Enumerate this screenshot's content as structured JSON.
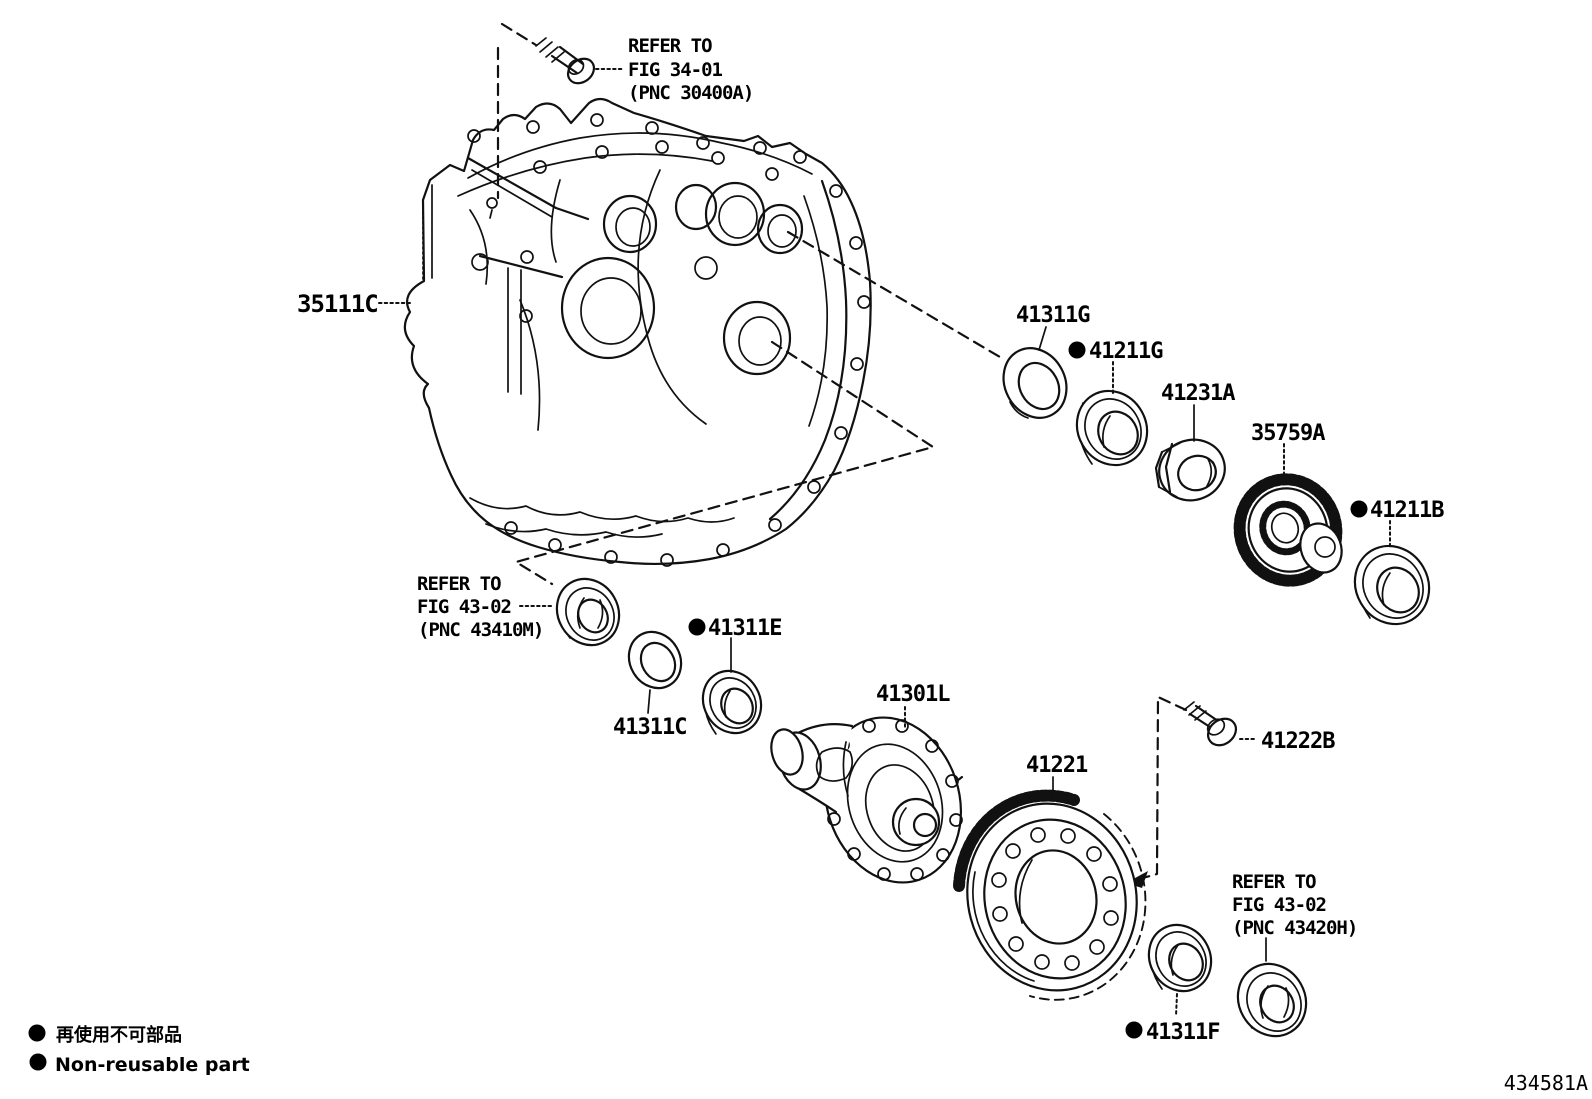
{
  "diagram": {
    "code": "434581A",
    "legend": {
      "jp": "再使用不可部品",
      "en": "Non-reusable part"
    },
    "refs": {
      "top": {
        "l1": "REFER TO",
        "l2": "FIG 34-01",
        "l3": "(PNC 30400A)"
      },
      "mid": {
        "l1": "REFER TO",
        "l2": "FIG 43-02",
        "l3": "(PNC 43410M)"
      },
      "bottom": {
        "l1": "REFER TO",
        "l2": "FIG 43-02",
        "l3": "(PNC 43420H)"
      }
    },
    "parts": {
      "transaxle_case": "35111C",
      "front_shim": "41311G",
      "front_bearing": "41211G",
      "lock_nut": "41231A",
      "drive_gear": "35759A",
      "rear_bearing": "41211B",
      "side_shim": "41311C",
      "side_bearing": "41311E",
      "differential_case": "41301L",
      "ring_gear": "41221",
      "ring_gear_bolt": "41222B",
      "case_bearing": "41311F"
    }
  }
}
